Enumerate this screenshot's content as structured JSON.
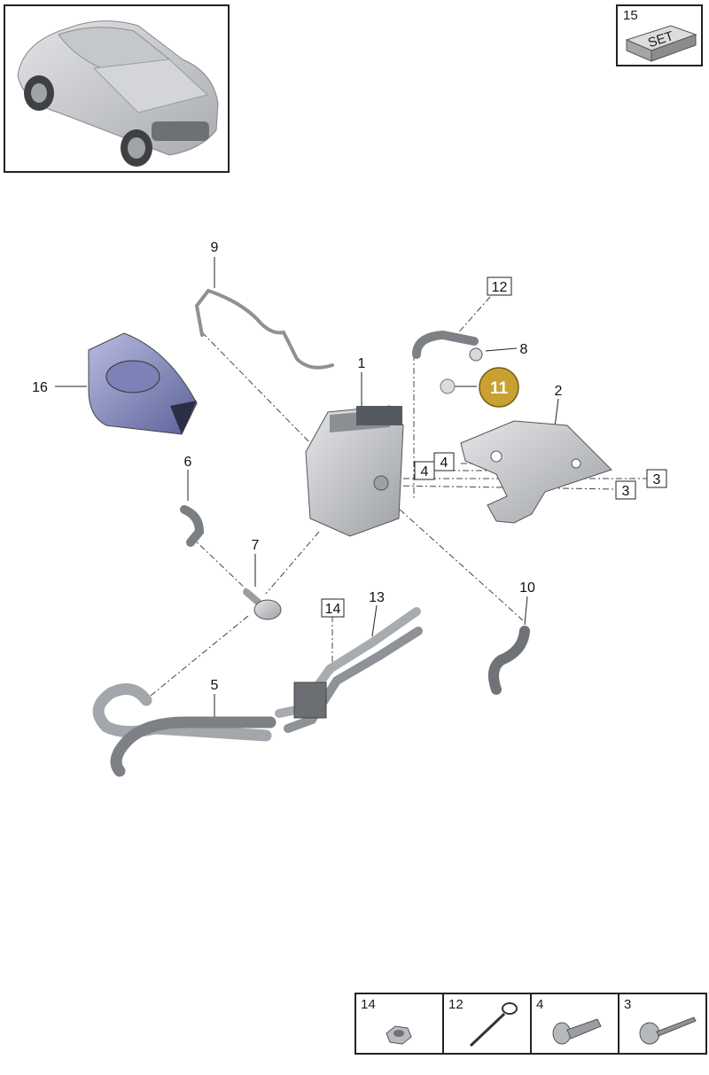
{
  "callouts": {
    "c1": "1",
    "c2": "2",
    "c3a": "3",
    "c3b": "3",
    "c4a": "4",
    "c4b": "4",
    "c5": "5",
    "c6": "6",
    "c7": "7",
    "c8": "8",
    "c9": "9",
    "c10": "10",
    "c11": "11",
    "c12": "12",
    "c13": "13",
    "c14": "14",
    "c16": "16"
  },
  "set_box": {
    "number": "15",
    "label": "SET"
  },
  "legend": [
    {
      "number": "14",
      "icon": "hex-nut-icon"
    },
    {
      "number": "12",
      "icon": "cable-tie-icon"
    },
    {
      "number": "4",
      "icon": "bolt-icon"
    },
    {
      "number": "3",
      "icon": "screw-icon"
    }
  ],
  "colors": {
    "highlight": "#c9a032",
    "part_grey": "#b9bcc0",
    "cover_blue": "#8a8fc4",
    "lines": "#333333"
  }
}
